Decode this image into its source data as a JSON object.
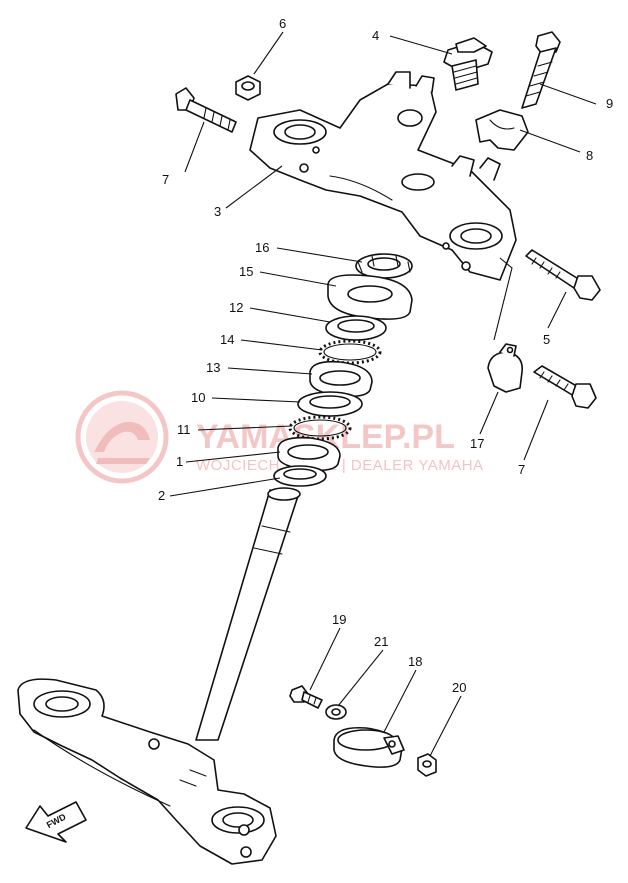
{
  "callouts": [
    {
      "id": "c1",
      "label": "1"
    },
    {
      "id": "c2",
      "label": "2"
    },
    {
      "id": "c3",
      "label": "3"
    },
    {
      "id": "c4",
      "label": "4"
    },
    {
      "id": "c5",
      "label": "5"
    },
    {
      "id": "c6",
      "label": "6"
    },
    {
      "id": "c7a",
      "label": "7"
    },
    {
      "id": "c7b",
      "label": "7"
    },
    {
      "id": "c8",
      "label": "8"
    },
    {
      "id": "c9",
      "label": "9"
    },
    {
      "id": "c10",
      "label": "10"
    },
    {
      "id": "c11",
      "label": "11"
    },
    {
      "id": "c12",
      "label": "12"
    },
    {
      "id": "c13",
      "label": "13"
    },
    {
      "id": "c14",
      "label": "14"
    },
    {
      "id": "c15",
      "label": "15"
    },
    {
      "id": "c16",
      "label": "16"
    },
    {
      "id": "c17",
      "label": "17"
    },
    {
      "id": "c18",
      "label": "18"
    },
    {
      "id": "c19",
      "label": "19"
    },
    {
      "id": "c20",
      "label": "20"
    },
    {
      "id": "c21",
      "label": "21"
    }
  ],
  "watermark": {
    "main": "YAMASKLEP.PL",
    "sub": "WOJCIECH KOLCZ | DEALER YAMAHA",
    "color": "#e47b7b"
  },
  "fwd_label": "FWD"
}
